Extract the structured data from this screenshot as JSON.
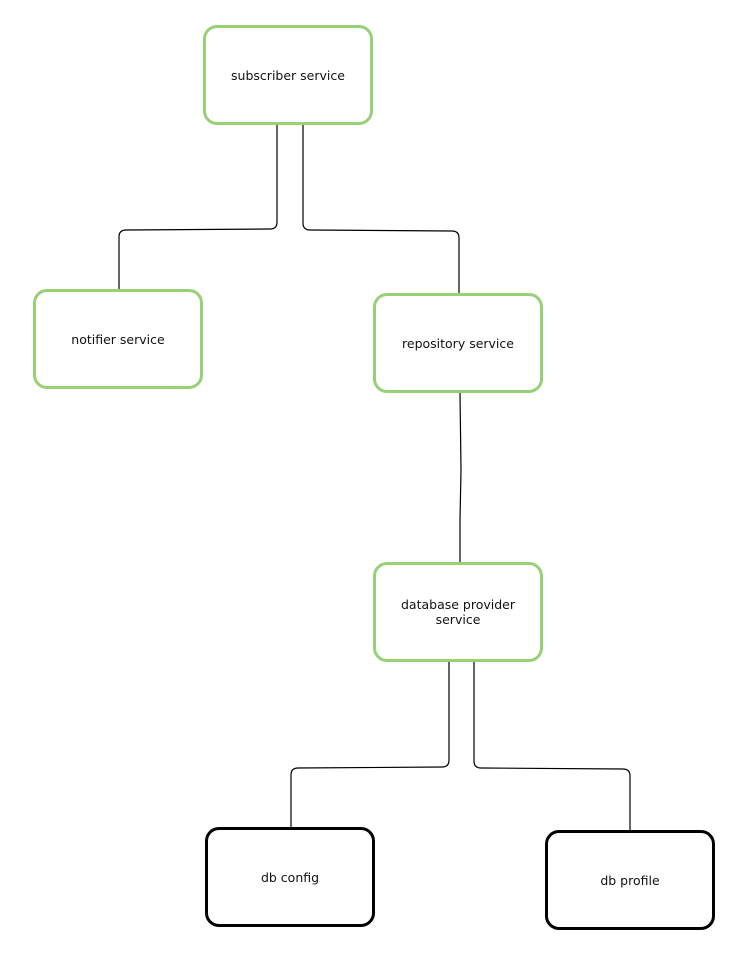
{
  "diagram": {
    "nodes": {
      "subscriber": {
        "label": "subscriber service"
      },
      "notifier": {
        "label": "notifier service"
      },
      "repository": {
        "label": "repository service"
      },
      "db_provider": {
        "label": "database provider service"
      },
      "db_config": {
        "label": "db config"
      },
      "db_profile": {
        "label": "db profile"
      }
    },
    "edges": [
      {
        "from": "subscriber",
        "to": "notifier"
      },
      {
        "from": "subscriber",
        "to": "repository"
      },
      {
        "from": "repository",
        "to": "db_provider"
      },
      {
        "from": "db_provider",
        "to": "db_config"
      },
      {
        "from": "db_provider",
        "to": "db_profile"
      }
    ],
    "colors": {
      "service_border": "#97d077",
      "leaf_border": "#000000",
      "edge": "#000000"
    }
  }
}
